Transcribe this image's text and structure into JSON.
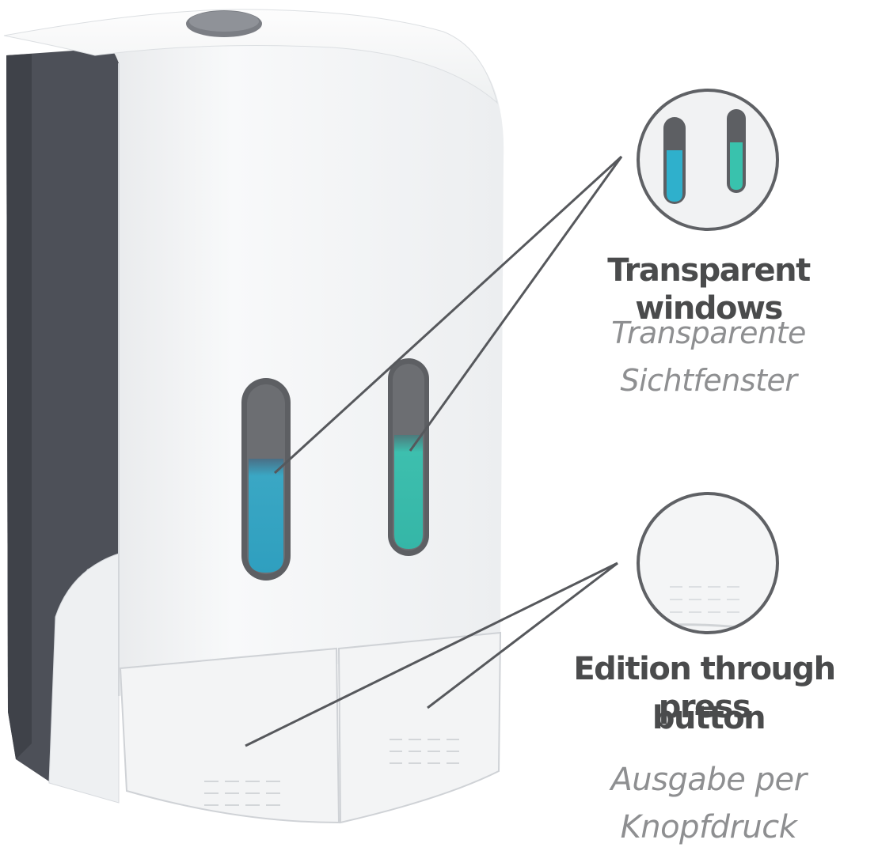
{
  "feature_windows": {
    "title_en": "Transparent windows",
    "title_de_line1": "Transparente",
    "title_de_line2": "Sichtfenster"
  },
  "feature_button": {
    "title_en_line1": "Edition through press",
    "title_en_line2": "button",
    "title_de_line1": "Ausgabe per",
    "title_de_line2": "Knopfdruck"
  },
  "colors": {
    "body_white": "#f4f5f6",
    "back_dark": "#4d5058",
    "window_frame": "#5d5f63",
    "liquid_left": "#35aec8",
    "liquid_right": "#3cc0b0",
    "callout_line": "#56585c",
    "text_en": "#4a4b4c",
    "text_de": "#8e8f91"
  }
}
